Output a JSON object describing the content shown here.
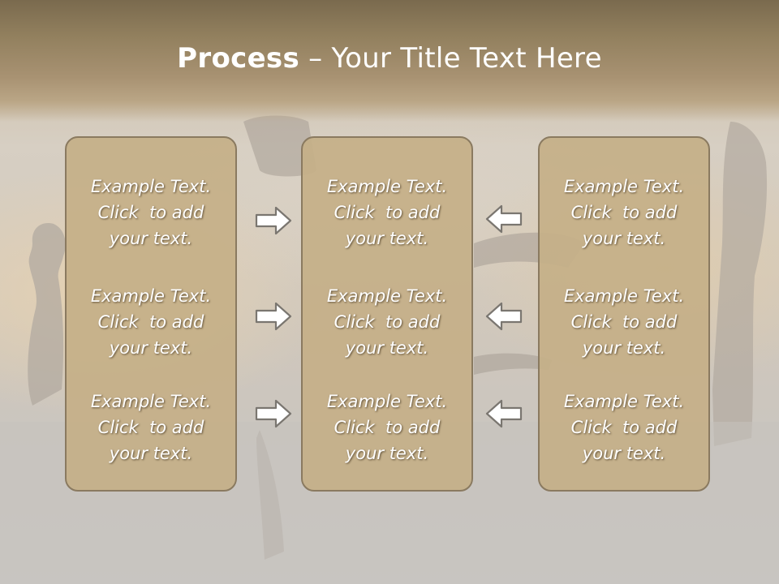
{
  "slide": {
    "title_bold": "Process",
    "title_rest": " – Your Title Text Here"
  },
  "columns": [
    {
      "items": [
        {
          "lines": [
            "Example Text.",
            "Click  to add",
            "your text."
          ]
        },
        {
          "lines": [
            "Example Text.",
            "Click  to add",
            "your text."
          ]
        },
        {
          "lines": [
            "Example Text.",
            "Click  to add",
            "your text."
          ]
        }
      ]
    },
    {
      "items": [
        {
          "lines": [
            "Example Text.",
            "Click  to add",
            "your text."
          ]
        },
        {
          "lines": [
            "Example Text.",
            "Click  to add",
            "your text."
          ]
        },
        {
          "lines": [
            "Example Text.",
            "Click  to add",
            "your text."
          ]
        }
      ]
    },
    {
      "items": [
        {
          "lines": [
            "Example Text.",
            "Click  to add",
            "your text."
          ]
        },
        {
          "lines": [
            "Example Text.",
            "Click  to add",
            "your text."
          ]
        },
        {
          "lines": [
            "Example Text.",
            "Click  to add",
            "your text."
          ]
        }
      ]
    }
  ],
  "arrows": {
    "left_group": {
      "direction": "right",
      "icon": "arrow-right-icon"
    },
    "right_group": {
      "direction": "left",
      "icon": "arrow-left-icon"
    }
  },
  "colors": {
    "box_fill": "#c5af88",
    "box_border": "#8a7a60",
    "title_band": "#92805e",
    "arrow_fill": "#ffffff",
    "arrow_stroke": "#7a7670"
  }
}
